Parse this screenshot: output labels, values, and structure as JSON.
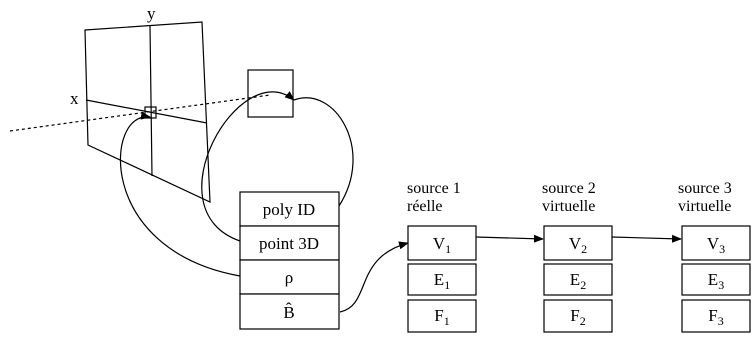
{
  "axes": {
    "x": "x",
    "y": "y"
  },
  "record_fields": [
    "poly ID",
    "point 3D",
    "ρ",
    "B̂"
  ],
  "sources": [
    {
      "title": "source 1",
      "kind": "réelle",
      "nodes": [
        {
          "base": "V",
          "sub": "1"
        },
        {
          "base": "E",
          "sub": "1"
        },
        {
          "base": "F",
          "sub": "1"
        }
      ]
    },
    {
      "title": "source 2",
      "kind": "virtuelle",
      "nodes": [
        {
          "base": "V",
          "sub": "2"
        },
        {
          "base": "E",
          "sub": "2"
        },
        {
          "base": "F",
          "sub": "2"
        }
      ]
    },
    {
      "title": "source 3",
      "kind": "virtuelle",
      "nodes": [
        {
          "base": "V",
          "sub": "3"
        },
        {
          "base": "E",
          "sub": "3"
        },
        {
          "base": "F",
          "sub": "3"
        }
      ]
    }
  ]
}
